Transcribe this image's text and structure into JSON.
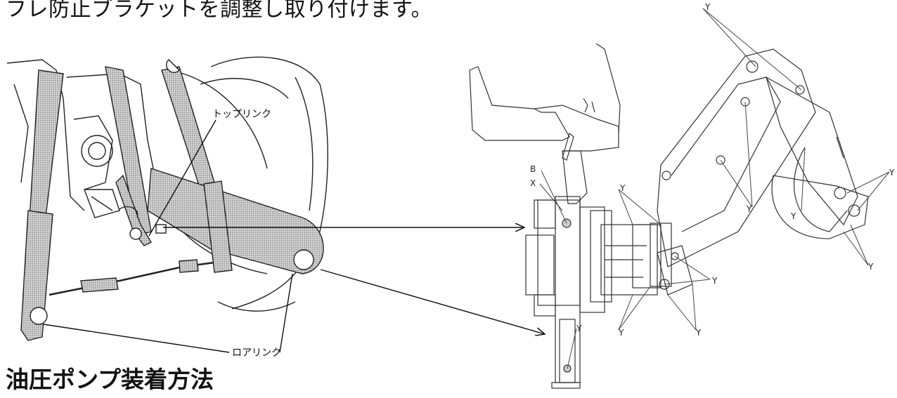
{
  "document": {
    "top_text": "フレ防止ブラケットを調整し取り付けます。",
    "section_heading": "油圧ポンプ装着方法"
  },
  "figure_left": {
    "top_link_label": "トップリンク",
    "lower_link_label": "ロアリンク"
  },
  "figure_right": {
    "callout_b": "B",
    "callout_x": "X",
    "callout_y": "Y"
  }
}
